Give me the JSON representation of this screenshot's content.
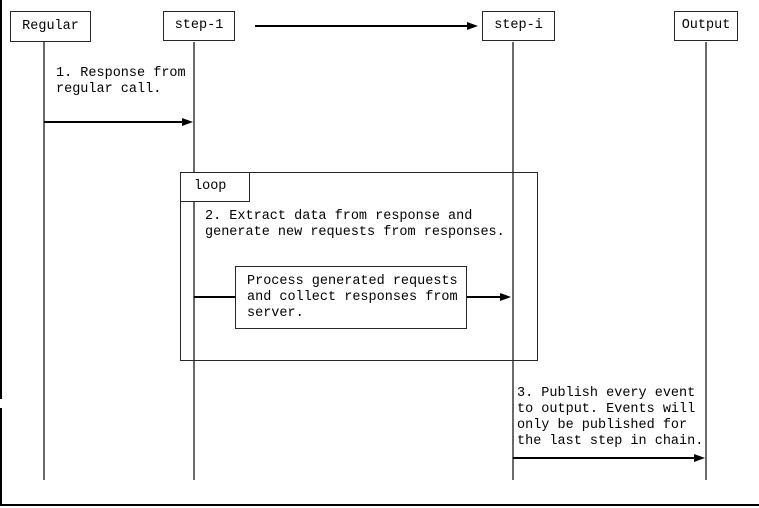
{
  "colors": {
    "ink": "#000000",
    "border": "#262626",
    "lifeline": "#6a6a6a",
    "bg": "#ffffff"
  },
  "diagram": {
    "participants": [
      {
        "label": "Regular"
      },
      {
        "label": "step-1"
      },
      {
        "label": "step-i"
      },
      {
        "label": "Output"
      }
    ],
    "loop_fragment": {
      "label": "loop"
    },
    "messages": [
      {
        "id": "1",
        "from": "Regular",
        "to": "step-1",
        "text": "1. Response from\nregular call."
      },
      {
        "id": "2",
        "from": "step-1",
        "to": "step-i",
        "text": "2. Extract data from response and\ngenerate new requests from responses."
      },
      {
        "id": "3",
        "from": "step-i",
        "to": "Output",
        "text": "3. Publish every event\nto output. Events will\nonly be published for\nthe last step in chain."
      }
    ],
    "process_box": {
      "text": "Process generated requests\nand collect responses from\nserver."
    }
  }
}
